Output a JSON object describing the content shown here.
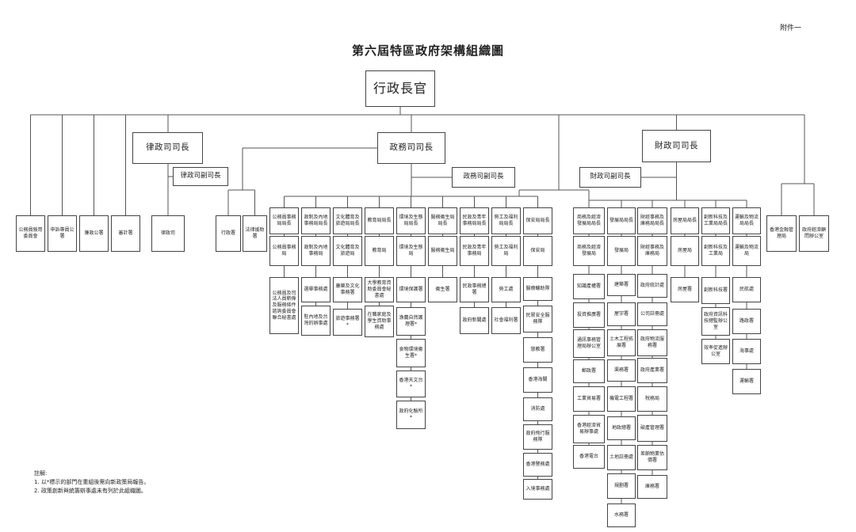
{
  "annex": "附件一",
  "title": "第六屆特區政府架構組織圖",
  "chief_executive": "行政長官",
  "independent_bodies": [
    "公務員敍用委員會",
    "申訴專員公署",
    "廉政公署",
    "審計署"
  ],
  "secretary_for_justice": {
    "title": "律政司司長",
    "deputy": "律政司副司長",
    "departments": [
      "律政司"
    ]
  },
  "chief_secretary": {
    "title": "政務司司長",
    "deputy": "政務司副司長",
    "departments": [
      "行政署",
      "法律援助署"
    ],
    "bureaus": [
      {
        "secretary": "公務員事務局局長",
        "bureau": "公務員事務局",
        "departments": [
          "公務員及司法人員薪俸及服務條件諮詢委員會聯合秘書處"
        ]
      },
      {
        "secretary": "政制及內地事務局局長",
        "bureau": "政制及內地事務局",
        "departments": [
          "選舉事務處",
          "駐內地及台灣的辦事處"
        ]
      },
      {
        "secretary": "文化體育及旅遊局局長",
        "bureau": "文化體育及旅遊局",
        "departments": [
          "康樂及文化事務署",
          "旅遊事務署*"
        ]
      },
      {
        "secretary": "教育局局長",
        "bureau": "教育局",
        "departments": [
          "大學教育資助委員會秘書處",
          "在職家庭及學生資助事務處"
        ]
      },
      {
        "secretary": "環境及生態局局長",
        "bureau": "環境及生態局",
        "departments": [
          "環境保護署",
          "漁農自然護理署*",
          "食物環境衞生署*",
          "香港天文台*",
          "政府化驗所*"
        ]
      },
      {
        "secretary": "醫務衞生局局長",
        "bureau": "醫務衞生局",
        "departments": [
          "衞生署"
        ]
      },
      {
        "secretary": "民政及青年事務局局長",
        "bureau": "民政及青年事務局",
        "departments": [
          "民政事務總署",
          "政府新聞處"
        ]
      },
      {
        "secretary": "勞工及福利局局長",
        "bureau": "勞工及福利局",
        "departments": [
          "勞工處",
          "社會福利署"
        ]
      },
      {
        "secretary": "保安局局長",
        "bureau": "保安局",
        "departments": [
          "醫療輔助隊",
          "民眾安全服務隊",
          "懲教署",
          "香港海關",
          "消防處",
          "政府飛行服務隊",
          "香港警務處",
          "入境事務處"
        ]
      }
    ]
  },
  "financial_secretary": {
    "title": "財政司司長",
    "deputy": "財政司副司長",
    "bureaus": [
      {
        "secretary": "商務及經濟發展局局長",
        "bureau": "商務及經濟發展局",
        "departments": [
          "知識產權署",
          "投資推廣署",
          "通訊事務管理局辦公室",
          "郵政署",
          "工業貿易署",
          "香港經濟貿易辦事處",
          "香港電台"
        ]
      },
      {
        "secretary": "發展局局長",
        "bureau": "發展局",
        "departments": [
          "建築署",
          "屋宇署",
          "土木工程拓展署",
          "渠務署",
          "機電工程署",
          "地政總署",
          "土地註冊處",
          "規劃署",
          "水務署"
        ]
      },
      {
        "secretary": "財經事務及庫務局局長",
        "bureau": "財經事務及庫務局",
        "departments": [
          "政府統計處",
          "公司註冊處",
          "政府物流服務署",
          "政府產業署",
          "稅務局",
          "破產管理署",
          "差餉物業估價署",
          "庫務署"
        ]
      },
      {
        "secretary": "房屋局局長",
        "bureau": "房屋局",
        "departments": [
          "房屋署"
        ]
      },
      {
        "secretary": "創新科技及工業局局長",
        "bureau": "創新科技及工業局",
        "departments": [
          "創新科技署",
          "政府資訊科技總監辦公室",
          "效率促進辦公室"
        ]
      },
      {
        "secretary": "運輸及物流局局長",
        "bureau": "運輸及物流局",
        "departments": [
          "民航處",
          "路政署",
          "海事處",
          "運輸署"
        ]
      }
    ]
  },
  "other_offices": [
    "香港金融管理局",
    "政府經濟顧問辦公室"
  ],
  "notes": {
    "heading": "註解:",
    "items": [
      "1. 以*標示的部門在重組後需向新政策局報告。",
      "2. 政策創新與統籌辦事處未有列於此組織圖。"
    ]
  }
}
